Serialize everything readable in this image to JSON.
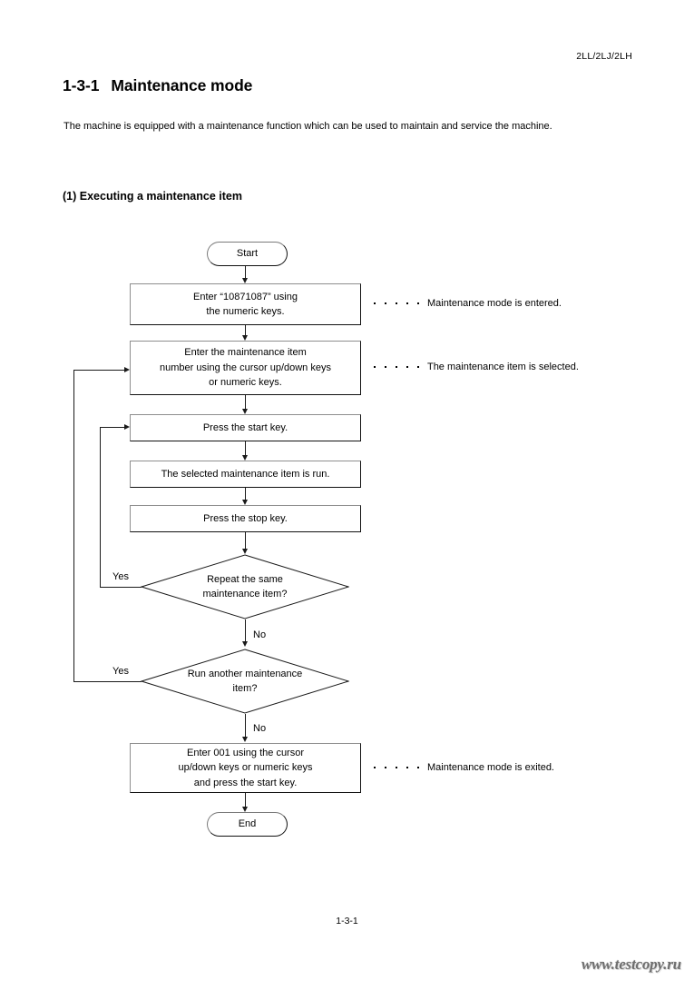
{
  "document": {
    "header_code": "2LL/2LJ/2LH",
    "section_number": "1-3-1",
    "section_title": "Maintenance mode",
    "intro_paragraph": "The machine is equipped with a maintenance function which can be used to maintain and service the machine.",
    "subsection_title": "(1) Executing a maintenance item",
    "page_number": "1-3-1",
    "watermark": "www.testcopy.ru"
  },
  "flowchart": {
    "nodes": {
      "start": {
        "type": "terminator",
        "label": "Start"
      },
      "enter_code": {
        "type": "process",
        "line1": "Enter “10871087” using",
        "line2": "the numeric keys."
      },
      "enter_item_number": {
        "type": "process",
        "line1": "Enter the maintenance item",
        "line2": "number using the cursor up/down keys",
        "line3": "or numeric keys."
      },
      "press_start": {
        "type": "process",
        "label": "Press the start key."
      },
      "item_runs": {
        "type": "process",
        "label": "The selected maintenance item is run."
      },
      "press_stop": {
        "type": "process",
        "label": "Press the stop key."
      },
      "repeat_same": {
        "type": "decision",
        "line1": "Repeat the same",
        "line2": "maintenance item?"
      },
      "run_another": {
        "type": "decision",
        "line1": "Run another maintenance",
        "line2": "item?"
      },
      "enter_001": {
        "type": "process",
        "line1": "Enter 001 using the cursor",
        "line2": "up/down keys or numeric keys",
        "line3": "and press the start key."
      },
      "end": {
        "type": "terminator",
        "label": "End"
      }
    },
    "edge_labels": {
      "repeat_yes": "Yes",
      "repeat_no": "No",
      "another_yes": "Yes",
      "another_no": "No"
    },
    "annotations": [
      {
        "id": "entered",
        "text": "Maintenance mode is entered.",
        "dots": 5
      },
      {
        "id": "selected",
        "text": "The maintenance item is selected.",
        "dots": 5
      },
      {
        "id": "exited",
        "text": "Maintenance mode is exited.",
        "dots": 5
      }
    ]
  },
  "colors": {
    "ink": "#000000",
    "line": "#1a1a1a",
    "box_shadow_edge": "#8e8e8e",
    "page_background": "#ffffff",
    "watermark": "#6f6f6f"
  }
}
